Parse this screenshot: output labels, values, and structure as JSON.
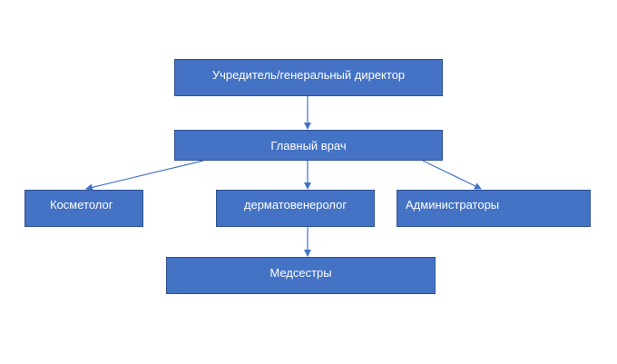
{
  "diagram": {
    "colors": {
      "box_fill": "#4472c4",
      "box_border": "#2f528f",
      "text": "#ffffff",
      "connector": "#4472c4",
      "background": "#ffffff"
    },
    "nodes": {
      "founder": "Учредитель/генеральный директор",
      "chief_doctor": "Главный врач",
      "cosmetologist": "Косметолог",
      "dermatovenereologist": "дерматовенеролог",
      "administrators": "Администраторы",
      "nurses": "Медсестры"
    },
    "edges": [
      {
        "from": "founder",
        "to": "chief_doctor"
      },
      {
        "from": "chief_doctor",
        "to": "cosmetologist"
      },
      {
        "from": "chief_doctor",
        "to": "dermatovenereologist"
      },
      {
        "from": "chief_doctor",
        "to": "administrators"
      },
      {
        "from": "dermatovenereologist",
        "to": "nurses"
      }
    ]
  }
}
